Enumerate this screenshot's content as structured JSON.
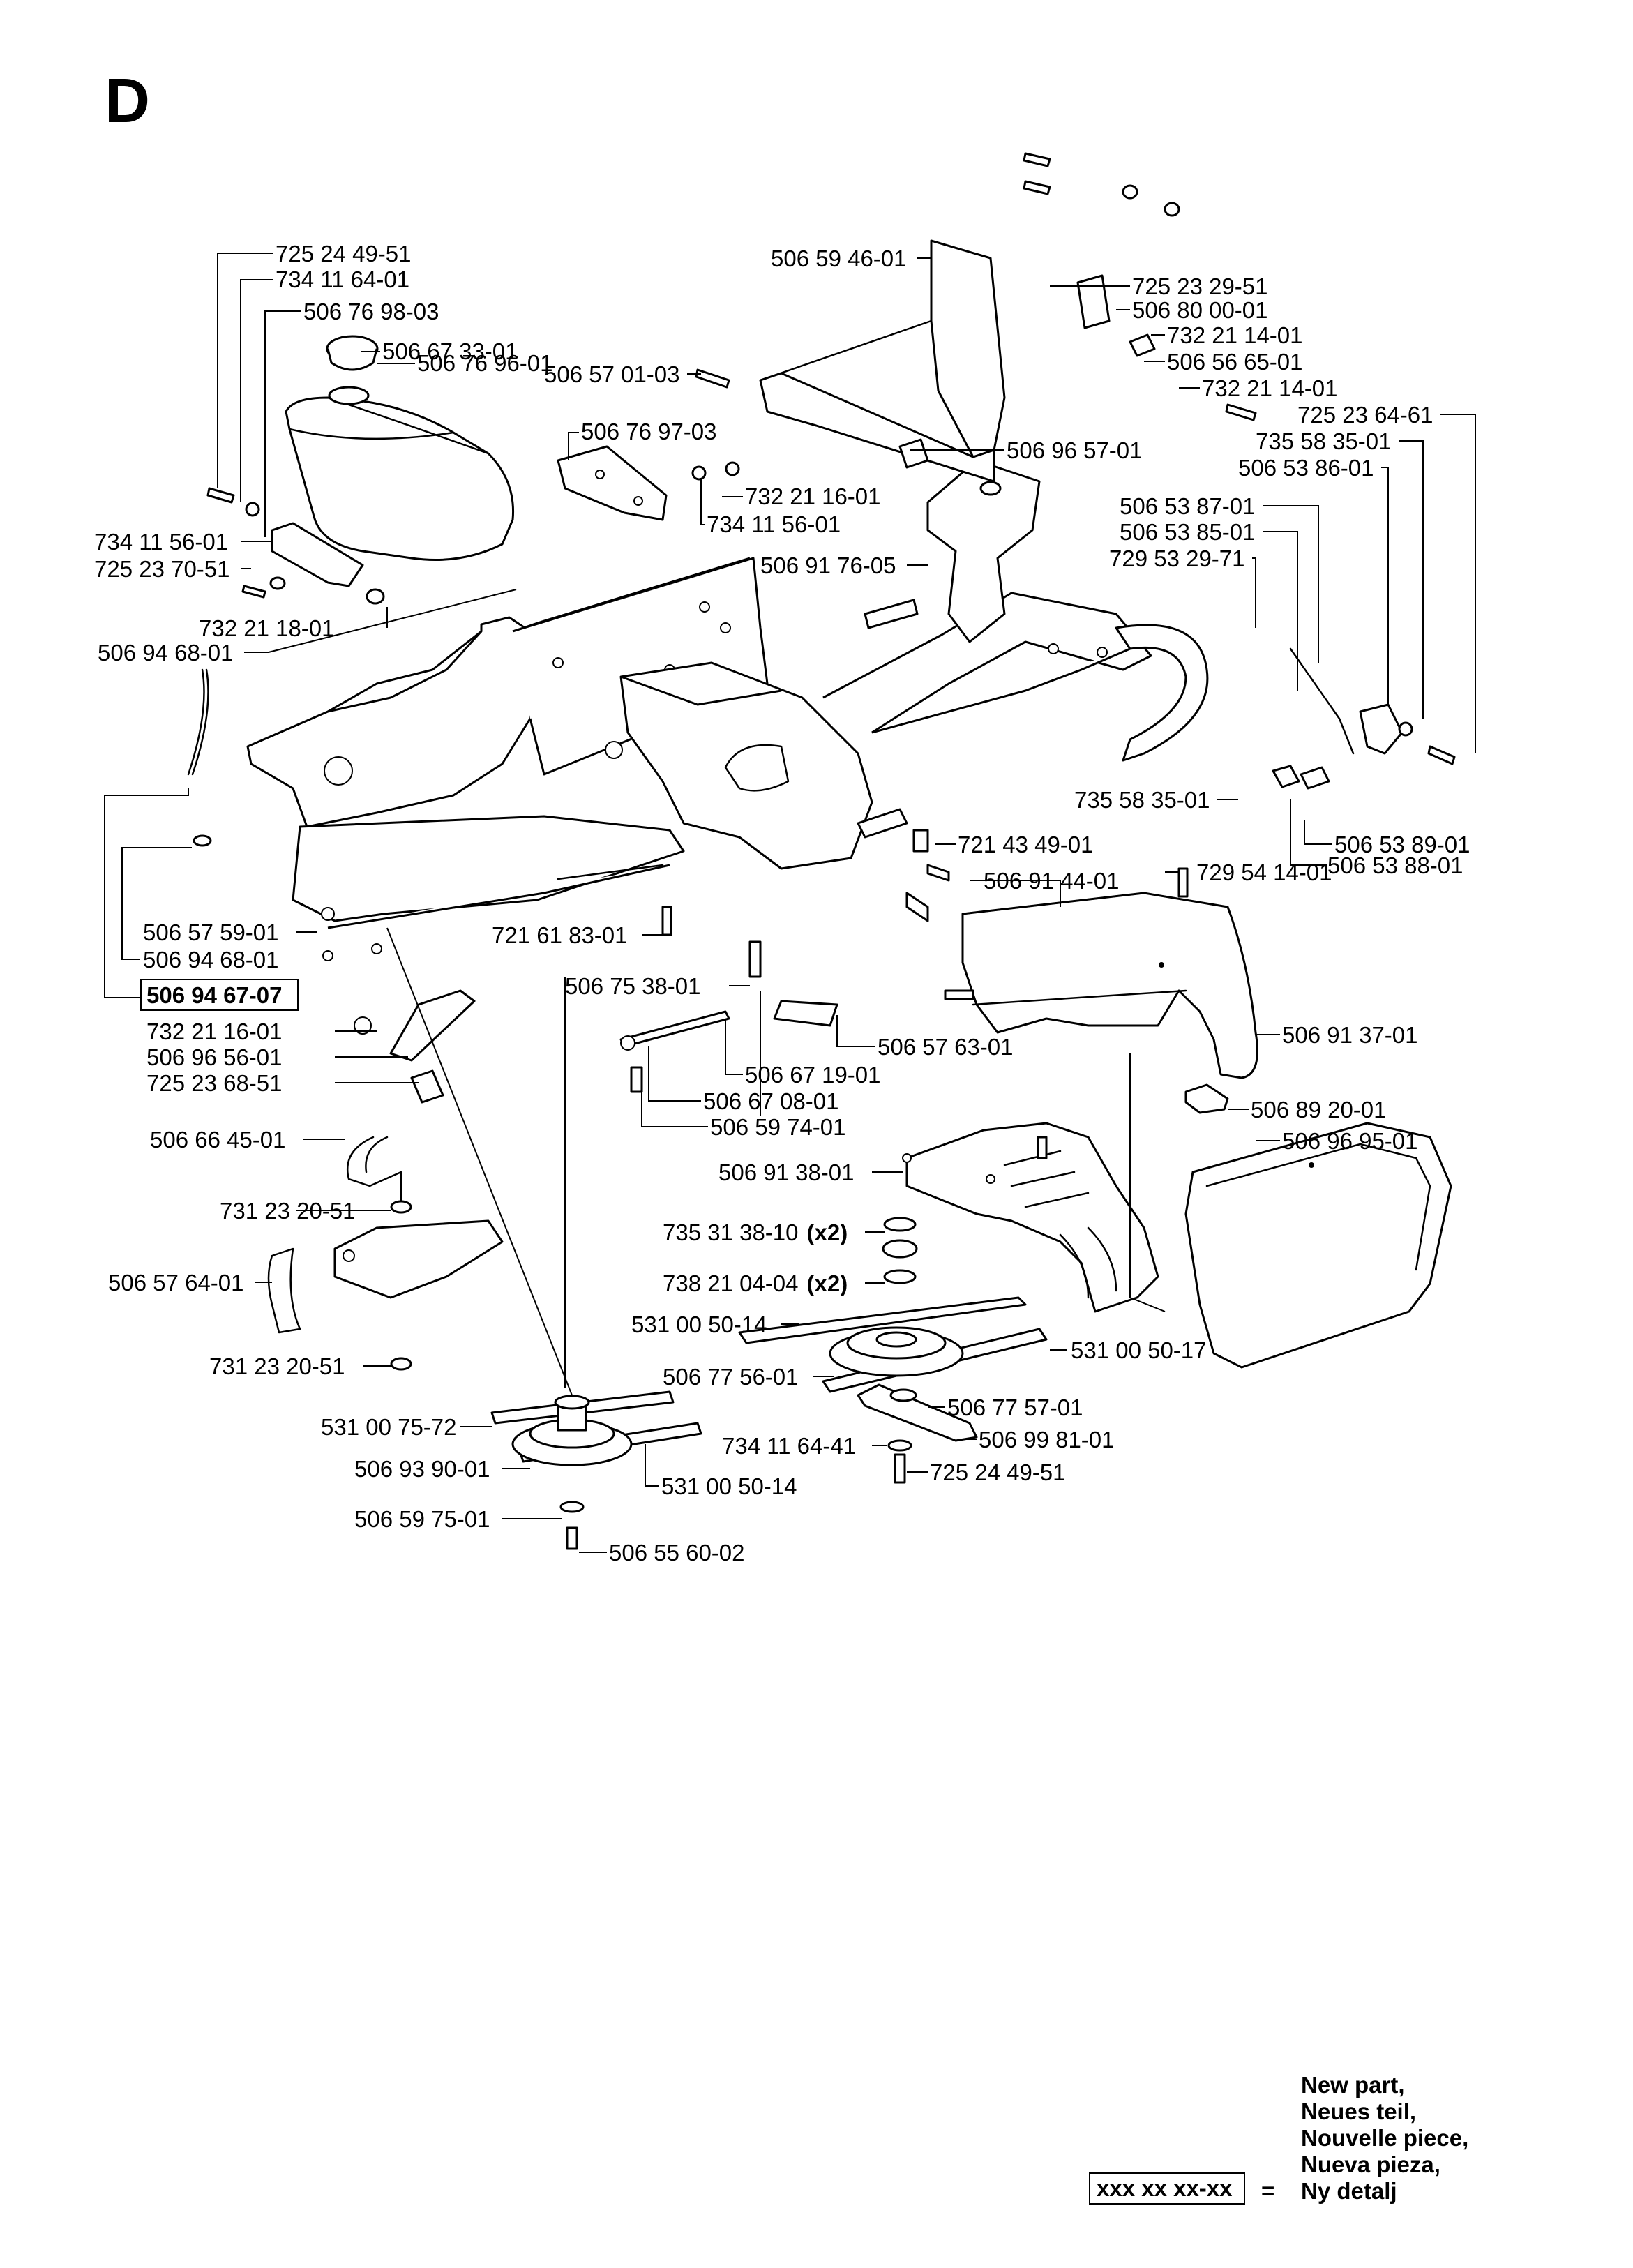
{
  "section_letter": "D",
  "callouts": [
    {
      "id": "725-24-49-51-top",
      "text": "725 24 49-51"
    },
    {
      "id": "734-11-64-01",
      "text": "734 11 64-01"
    },
    {
      "id": "506-76-98-03",
      "text": "506 76 98-03"
    },
    {
      "id": "506-67-33-01",
      "text": "506 67 33-01"
    },
    {
      "id": "506-76-96-01",
      "text": "506 76 96-01"
    },
    {
      "id": "506-76-97-03",
      "text": "506 76 97-03"
    },
    {
      "id": "732-21-16-01-a",
      "text": "732 21 16-01"
    },
    {
      "id": "734-11-56-01-a",
      "text": "734 11 56-01"
    },
    {
      "id": "734-11-56-01-b",
      "text": "734 11 56-01"
    },
    {
      "id": "725-23-70-51",
      "text": "725 23 70-51"
    },
    {
      "id": "732-21-18-01",
      "text": "732 21 18-01"
    },
    {
      "id": "506-94-68-01-a",
      "text": "506 94 68-01"
    },
    {
      "id": "506-59-46-01",
      "text": "506 59 46-01"
    },
    {
      "id": "506-57-01-03",
      "text": "506 57 01-03"
    },
    {
      "id": "506-96-57-01",
      "text": "506 96 57-01"
    },
    {
      "id": "506-91-76-05",
      "text": "506 91 76-05"
    },
    {
      "id": "725-23-29-51",
      "text": "725 23 29-51"
    },
    {
      "id": "506-80-00-01",
      "text": "506 80 00-01"
    },
    {
      "id": "732-21-14-01-a",
      "text": "732 21 14-01"
    },
    {
      "id": "506-56-65-01",
      "text": "506 56 65-01"
    },
    {
      "id": "732-21-14-01-b",
      "text": "732 21 14-01"
    },
    {
      "id": "725-23-64-61",
      "text": "725 23 64-61"
    },
    {
      "id": "735-58-35-01-a",
      "text": "735 58 35-01"
    },
    {
      "id": "506-53-86-01",
      "text": "506 53 86-01"
    },
    {
      "id": "506-53-87-01",
      "text": "506 53 87-01"
    },
    {
      "id": "506-53-85-01",
      "text": "506 53 85-01"
    },
    {
      "id": "729-53-29-71",
      "text": "729 53 29-71"
    },
    {
      "id": "735-58-35-01-b",
      "text": "735 58 35-01"
    },
    {
      "id": "506-53-89-01",
      "text": "506 53 89-01"
    },
    {
      "id": "506-53-88-01",
      "text": "506 53 88-01"
    },
    {
      "id": "721-43-49-01",
      "text": "721 43 49-01"
    },
    {
      "id": "729-54-14-01",
      "text": "729 54 14-01"
    },
    {
      "id": "506-91-44-01",
      "text": "506 91 44-01"
    },
    {
      "id": "506-57-59-01",
      "text": "506 57 59-01"
    },
    {
      "id": "506-94-68-01-b",
      "text": "506 94 68-01"
    },
    {
      "id": "721-61-83-01",
      "text": "721 61 83-01"
    },
    {
      "id": "506-75-38-01",
      "text": "506 75 38-01"
    },
    {
      "id": "506-91-37-01",
      "text": "506 91 37-01"
    },
    {
      "id": "732-21-16-01-b",
      "text": "732 21 16-01"
    },
    {
      "id": "506-96-56-01",
      "text": "506 96 56-01"
    },
    {
      "id": "725-23-68-51",
      "text": "725 23 68-51"
    },
    {
      "id": "506-57-63-01",
      "text": "506 57 63-01"
    },
    {
      "id": "506-67-19-01",
      "text": "506 67 19-01"
    },
    {
      "id": "506-67-08-01",
      "text": "506 67 08-01"
    },
    {
      "id": "506-59-74-01",
      "text": "506 59 74-01"
    },
    {
      "id": "506-66-45-01",
      "text": "506 66 45-01"
    },
    {
      "id": "506-89-20-01",
      "text": "506 89 20-01"
    },
    {
      "id": "506-96-95-01",
      "text": "506 96 95-01"
    },
    {
      "id": "506-91-38-01",
      "text": "506 91 38-01"
    },
    {
      "id": "735-31-38-10",
      "text": "735 31 38-10"
    },
    {
      "id": "738-21-04-04",
      "text": "738 21 04-04"
    },
    {
      "id": "731-23-20-51-a",
      "text": "731 23 20-51"
    },
    {
      "id": "506-57-64-01",
      "text": "506 57 64-01"
    },
    {
      "id": "731-23-20-51-b",
      "text": "731 23 20-51"
    },
    {
      "id": "531-00-50-14-a",
      "text": "531 00 50-14"
    },
    {
      "id": "531-00-50-17",
      "text": "531 00 50-17"
    },
    {
      "id": "506-77-56-01",
      "text": "506 77 56-01"
    },
    {
      "id": "506-77-57-01",
      "text": "506 77 57-01"
    },
    {
      "id": "506-99-81-01",
      "text": "506 99 81-01"
    },
    {
      "id": "734-11-64-41",
      "text": "734 11 64-41"
    },
    {
      "id": "725-24-49-51-bottom",
      "text": "725 24 49-51"
    },
    {
      "id": "531-00-75-72",
      "text": "531 00 75-72"
    },
    {
      "id": "506-93-90-01",
      "text": "506 93 90-01"
    },
    {
      "id": "531-00-50-14-b",
      "text": "531 00 50-14"
    },
    {
      "id": "506-59-75-01",
      "text": "506 59 75-01"
    },
    {
      "id": "506-55-60-02",
      "text": "506 55 60-02"
    }
  ],
  "quantities": {
    "735-31-38-10": "(x2)",
    "738-21-04-04": "(x2)"
  },
  "new_part_callout": "506 94 67-07",
  "legend": {
    "sample": "xxx xx xx-xx",
    "equals": "=",
    "lines": [
      "New part,",
      "Neues teil,",
      "Nouvelle piece,",
      "Nueva pieza,",
      "Ny detalj"
    ]
  }
}
